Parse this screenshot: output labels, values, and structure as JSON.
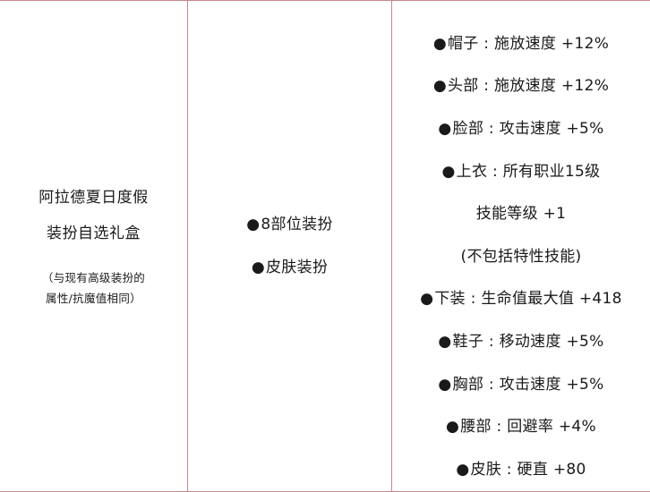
{
  "product": {
    "name_line1": "阿拉德夏日度假",
    "name_line2": "装扮自选礼盒",
    "note_line1": "（与现有高级装扮的",
    "note_line2": "属性/抗魔值相同）"
  },
  "contents": {
    "bullet": "●",
    "items": [
      "8部位装扮",
      "皮肤装扮"
    ]
  },
  "stats": {
    "bullet": "●",
    "lines": [
      {
        "text": "帽子 : 施放速度 +12%",
        "bulleted": true
      },
      {
        "text": "头部 : 施放速度 +12%",
        "bulleted": true
      },
      {
        "text": "脸部 : 攻击速度 +5%",
        "bulleted": true
      },
      {
        "text": "上衣 : 所有职业15级",
        "bulleted": true
      },
      {
        "text": "技能等级 +1",
        "bulleted": false
      },
      {
        "text": "(不包括特性技能)",
        "bulleted": false
      },
      {
        "text": "下装 : 生命值最大值 +418",
        "bulleted": true
      },
      {
        "text": "鞋子 : 移动速度 +5%",
        "bulleted": true
      },
      {
        "text": "胸部 : 攻击速度 +5%",
        "bulleted": true
      },
      {
        "text": "腰部 : 回避率 +4%",
        "bulleted": true
      },
      {
        "text": "皮肤 : 硬直 +80",
        "bulleted": true
      }
    ]
  }
}
